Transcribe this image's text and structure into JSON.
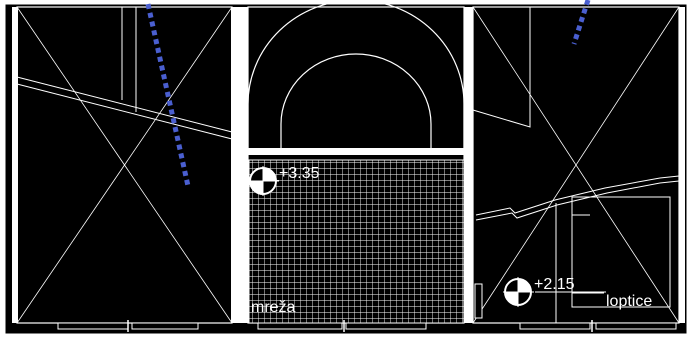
{
  "plan": {
    "labels": {
      "level_upper": "+3.35",
      "level_lower": "+2.15",
      "net_area": "mreža",
      "balls_area": "loptice"
    },
    "colors": {
      "background": "#000000",
      "paper": "#ffffff",
      "lines": "#ffffff",
      "dashed_marker": "#4a5fd0"
    },
    "icons": {
      "level_marker": "level-marker-icon",
      "dashed_line": "blue-dashed-line"
    }
  }
}
